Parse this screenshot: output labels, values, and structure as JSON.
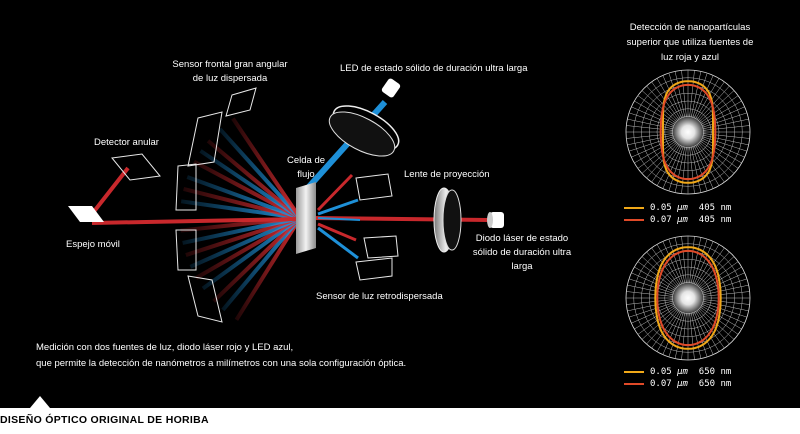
{
  "labels": {
    "front_sensor": [
      "Sensor frontal gran angular",
      "de luz dispersada"
    ],
    "led": "LED de estado sólido de duración ultra larga",
    "ring_detector": "Detector anular",
    "flow_cell": [
      "Celda de",
      "flujo"
    ],
    "projection_lens": "Lente de proyección",
    "mirror": "Espejo móvil",
    "laser_diode": [
      "Diodo láser de estado",
      "sólido de duración ultra",
      "larga"
    ],
    "back_sensor": "Sensor de luz retrodispersada",
    "caption": [
      "Medición con dos fuentes de luz, diodo láser rojo y LED azul,",
      "que permite la detección de nanómetros a milímetros con una sola configuración óptica."
    ],
    "nano_title": [
      "Detección de nanopartículas",
      "superior que utiliza fuentes de",
      "luz roja y azul"
    ]
  },
  "legend_top": [
    {
      "size": "0.05",
      "unit": "µm",
      "wavelength": "405 nm",
      "color": "#f0a818"
    },
    {
      "size": "0.07",
      "unit": "µm",
      "wavelength": "405 nm",
      "color": "#e04a28"
    }
  ],
  "legend_bottom": [
    {
      "size": "0.05",
      "unit": "µm",
      "wavelength": "650 nm",
      "color": "#f0a818"
    },
    {
      "size": "0.07",
      "unit": "µm",
      "wavelength": "650 nm",
      "color": "#e04a28"
    }
  ],
  "footer": {
    "title": "DISEÑO ÓPTICO ORIGINAL DE HORIBA"
  },
  "colors": {
    "red_beam": "#c8282c",
    "blue_beam": "#1e90d8",
    "orange": "#f0a818",
    "dark_orange": "#e04a28"
  }
}
